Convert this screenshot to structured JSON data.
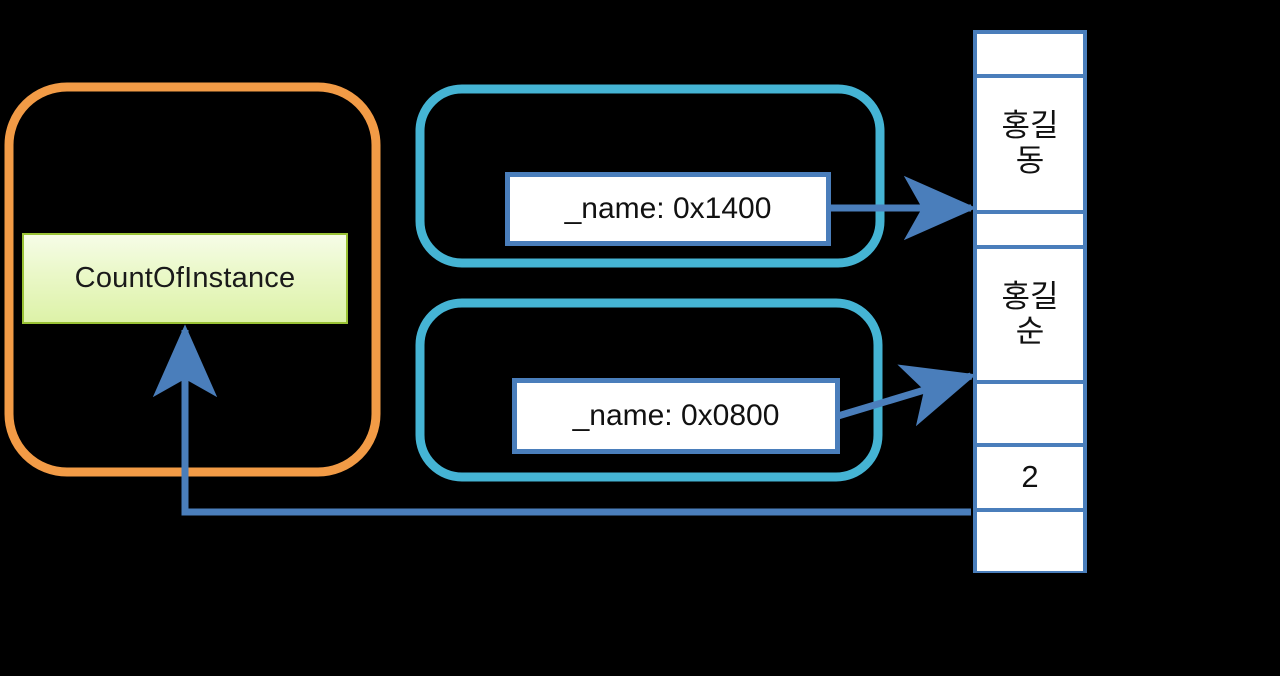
{
  "diagram": {
    "title": "Object instances referencing shared memory",
    "background_color": "#000000",
    "colors": {
      "orange_container": "#f29b46",
      "teal_container": "#45b4d4",
      "blue_border": "#4a7ebb",
      "blue_arrow": "#4a7ebb",
      "green_fill": "#e4f6bf",
      "green_border": "#9ac235",
      "white": "#ffffff",
      "text": "#111111"
    }
  },
  "static_area": {
    "name": "static-region",
    "container_label": "",
    "field": {
      "label": "CountOfInstance"
    }
  },
  "instances": [
    {
      "name": "instance-1",
      "container_label": "",
      "field": {
        "label": "_name: 0x1400"
      }
    },
    {
      "name": "instance-2",
      "container_label": "",
      "field": {
        "label": "_name: 0x0800"
      }
    }
  ],
  "memory_table": {
    "name": "memory-cells",
    "cells": [
      {
        "value": "",
        "kind": "empty"
      },
      {
        "value": "홍길\n동",
        "kind": "string"
      },
      {
        "value": "",
        "kind": "empty"
      },
      {
        "value": "홍길\n순",
        "kind": "string"
      },
      {
        "value": "",
        "kind": "empty"
      },
      {
        "value": "2",
        "kind": "number"
      },
      {
        "value": "",
        "kind": "empty"
      }
    ]
  },
  "arrows": [
    {
      "name": "arrow-name1-to-memory",
      "from": "_name: 0x1400",
      "to": "홍길동 cell",
      "style": "straight"
    },
    {
      "name": "arrow-name2-to-memory",
      "from": "_name: 0x0800",
      "to": "홍길순 cell",
      "style": "diagonal"
    },
    {
      "name": "arrow-count-to-memory",
      "from": "CountOfInstance",
      "to": "2 cell",
      "style": "elbow"
    }
  ]
}
